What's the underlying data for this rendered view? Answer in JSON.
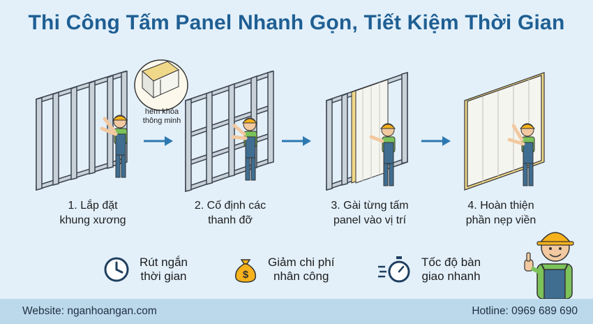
{
  "title": "Thi Công Tấm Panel Nhanh Gọn, Tiết Kiệm Thời Gian",
  "callout": {
    "line1": "hèm khóa",
    "line2": "thông minh"
  },
  "steps": [
    {
      "line1": "1. Lắp đặt",
      "line2": "khung xương"
    },
    {
      "line1": "2. Cố định các",
      "line2": "thanh đỡ"
    },
    {
      "line1": "3. Gài từng tấm",
      "line2": "panel vào vị trí"
    },
    {
      "line1": "4. Hoàn thiện",
      "line2": "phần nẹp viền"
    }
  ],
  "benefits": [
    {
      "icon": "clock-icon",
      "line1": "Rút ngắn",
      "line2": "thời gian"
    },
    {
      "icon": "money-bag-icon",
      "line1": "Giảm chi phí",
      "line2": "nhân công"
    },
    {
      "icon": "stopwatch-icon",
      "line1": "Tốc độ bàn",
      "line2": "giao nhanh"
    }
  ],
  "footer": {
    "website": "Website: nganhoangan.com",
    "hotline": "Hotline: 0969 689 690"
  },
  "colors": {
    "title": "#1f5f93",
    "background": "#e3f0fa",
    "footer": "#bcd9ec",
    "arrow": "#2d78b0",
    "frame": "#b9c2cb",
    "panel": "#f5f5f0",
    "panel_core": "#f0d88a",
    "helmet": "#f6b21c",
    "shirt": "#7cc35a",
    "overalls": "#3f6e91"
  }
}
